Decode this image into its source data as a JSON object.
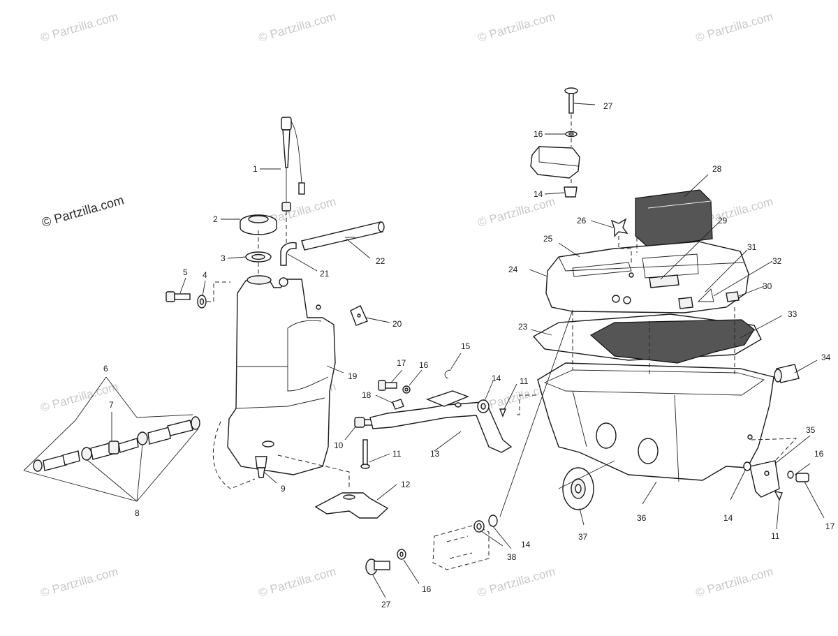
{
  "watermark_text": "© Partzilla.com",
  "watermark_prominent_text": "© Partzilla.com",
  "labels": {
    "l1": "1",
    "l2": "2",
    "l3": "3",
    "l4": "4",
    "l5": "5",
    "l6": "6",
    "l7": "7",
    "l8": "8",
    "l9": "9",
    "l10": "10",
    "l11a": "11",
    "l11b": "11",
    "l11c": "11",
    "l12": "12",
    "l13": "13",
    "l14a": "14",
    "l14b": "14",
    "l14c": "14",
    "l14d": "14",
    "l15": "15",
    "l16a": "16",
    "l16b": "16",
    "l16c": "16",
    "l16d": "16",
    "l17a": "17",
    "l17b": "17",
    "l18": "18",
    "l19": "19",
    "l20": "20",
    "l21": "21",
    "l22": "22",
    "l23": "23",
    "l24": "24",
    "l25": "25",
    "l26": "26",
    "l27a": "27",
    "l27b": "27",
    "l28": "28",
    "l29": "29",
    "l30": "30",
    "l31": "31",
    "l32": "32",
    "l33": "33",
    "l34": "34",
    "l35": "35",
    "l36": "36",
    "l37": "37",
    "l38": "38"
  }
}
